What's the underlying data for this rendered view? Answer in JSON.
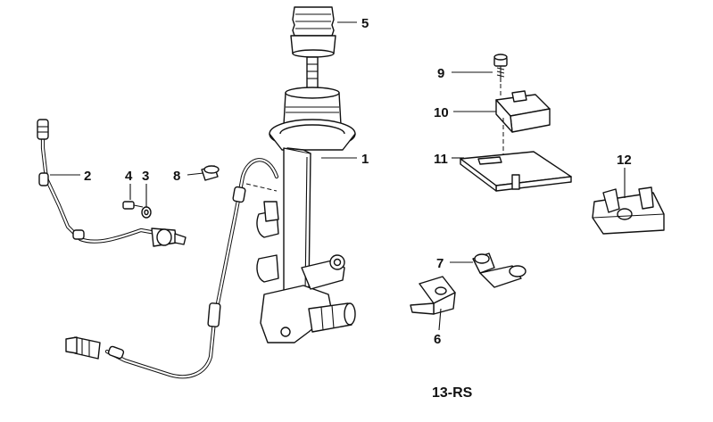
{
  "callouts": [
    {
      "id": "c1",
      "label": "1"
    },
    {
      "id": "c2",
      "label": "2"
    },
    {
      "id": "c3",
      "label": "3"
    },
    {
      "id": "c4",
      "label": "4"
    },
    {
      "id": "c5",
      "label": "5"
    },
    {
      "id": "c6",
      "label": "6"
    },
    {
      "id": "c7",
      "label": "7"
    },
    {
      "id": "c8",
      "label": "8"
    },
    {
      "id": "c9",
      "label": "9"
    },
    {
      "id": "c10",
      "label": "10"
    },
    {
      "id": "c11",
      "label": "11"
    },
    {
      "id": "c12",
      "label": "12"
    }
  ],
  "diagram_code": "13-RS"
}
